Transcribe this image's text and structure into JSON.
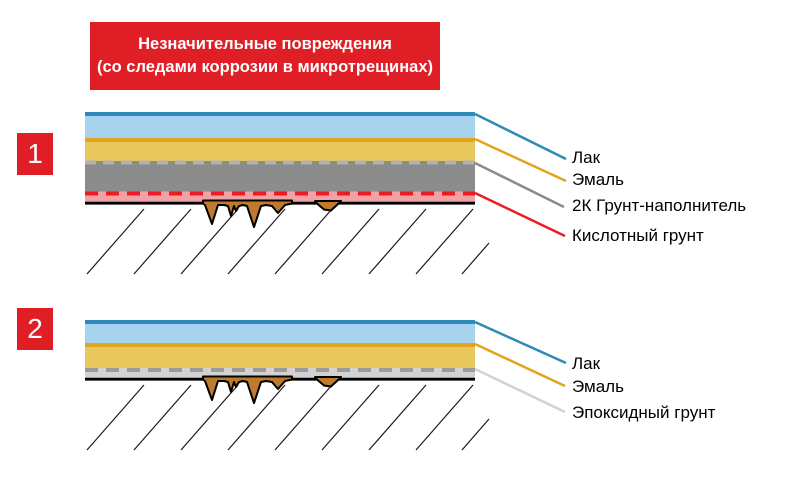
{
  "header": {
    "line1": "Незначительные повреждения",
    "line2": "(со следами коррозии в микротрещинах)"
  },
  "colors": {
    "banner_red": "#E01E25",
    "white": "#FFFFFF",
    "label_text": "#000000",
    "lacquer_fill": "#A8D3EE",
    "lacquer_line": "#2E8BB8",
    "enamel_fill": "#E9C85E",
    "enamel_line": "#E2A41C",
    "filler_fill": "#8C8C8C",
    "filler_dash": "#B2B2B2",
    "acid_fill": "#F2A2A7",
    "acid_dash": "#EC1C24",
    "epoxy_fill": "#D2D2D2",
    "epoxy_dash": "#9B9B9B",
    "corrosion": "#BF7B2D",
    "substrate": "#000000",
    "hatch": "#1A1A1A"
  },
  "diagram1": {
    "number": "1",
    "labels": {
      "lacquer": "Лак",
      "enamel": "Эмаль",
      "filler": "2К Грунт-наполнитель",
      "acid_primer": "Кислотный грунт"
    }
  },
  "diagram2": {
    "number": "2",
    "labels": {
      "lacquer": "Лак",
      "enamel": "Эмаль",
      "epoxy_primer": "Эпоксидный грунт"
    }
  }
}
